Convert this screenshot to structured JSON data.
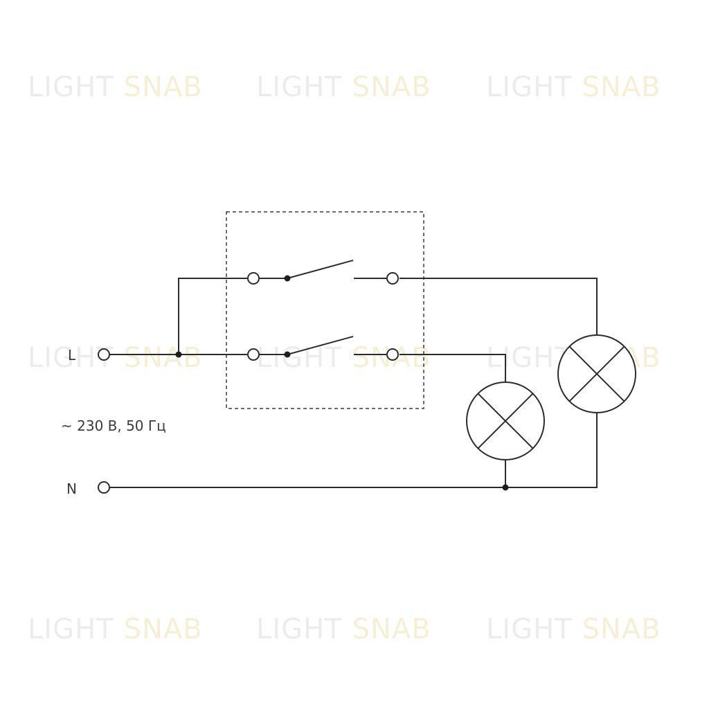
{
  "watermark": {
    "brand_left": "LIGHT",
    "brand_right": "SNAB"
  },
  "labels": {
    "line": "L",
    "neutral": "N",
    "supply": "~ 230 В, 50 Гц"
  },
  "colors": {
    "wire": "#2b2b2b",
    "watermark_light": "#ececec",
    "watermark_snab": "#f6efd6"
  }
}
